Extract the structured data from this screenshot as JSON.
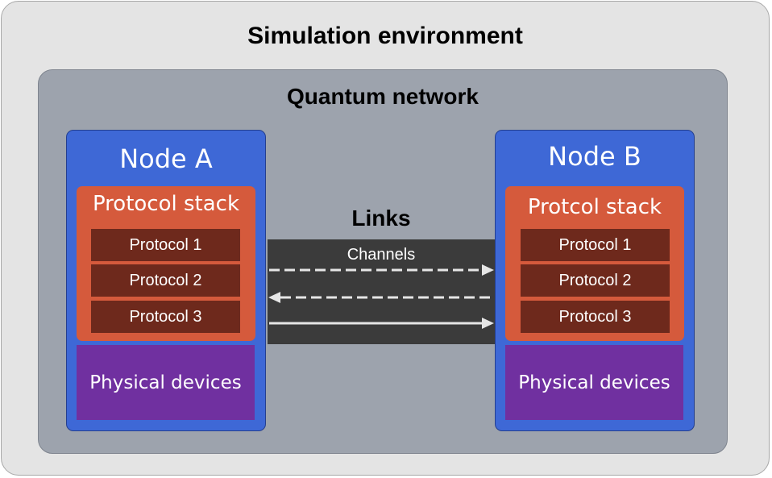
{
  "environment": {
    "title": "Simulation environment"
  },
  "network": {
    "title": "Quantum network"
  },
  "node_a": {
    "title": "Node A",
    "stack_title": "Protocol stack",
    "protocols": [
      "Protocol 1",
      "Protocol 2",
      "Protocol 3"
    ],
    "devices": "Physical devices"
  },
  "node_b": {
    "title": "Node B",
    "stack_title": "Protcol stack",
    "protocols": [
      "Protocol 1",
      "Protocol 2",
      "Protocol 3"
    ],
    "devices": "Physical devices"
  },
  "links": {
    "title": "Links",
    "channels_label": "Channels",
    "channels": [
      {
        "direction": "A-to-B",
        "style": "dashed"
      },
      {
        "direction": "B-to-A",
        "style": "dashed"
      },
      {
        "direction": "A-to-B",
        "style": "solid"
      }
    ]
  },
  "colors": {
    "environment_bg": "#e4e4e4",
    "network_bg": "#9da3ad",
    "node_bg": "#3e68d6",
    "stack_bg": "#d55a3c",
    "protocol_bg": "#6e291c",
    "devices_bg": "#7030a0",
    "links_bg": "#3b3b3b",
    "arrow": "#e6e6e6"
  }
}
